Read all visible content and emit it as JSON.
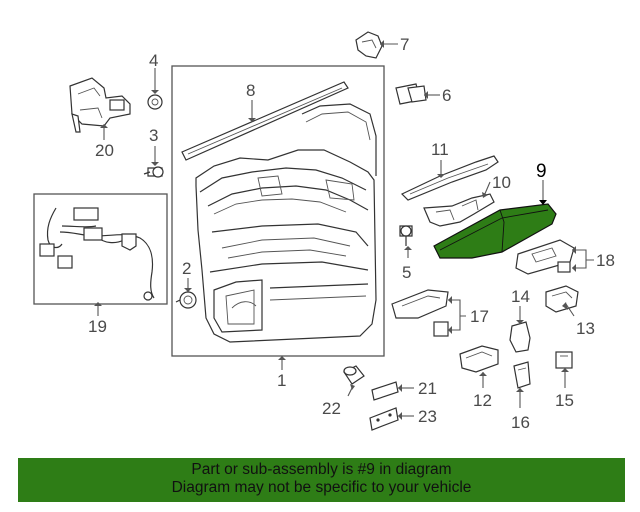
{
  "diagram": {
    "callouts": {
      "c1": "1",
      "c2": "2",
      "c3": "3",
      "c4": "4",
      "c5": "5",
      "c6": "6",
      "c7": "7",
      "c8": "8",
      "c9": "9",
      "c10": "10",
      "c11": "11",
      "c12": "12",
      "c13": "13",
      "c14": "14",
      "c15": "15",
      "c16": "16",
      "c17": "17",
      "c18": "18",
      "c19": "19",
      "c20": "20",
      "c21": "21",
      "c22": "22",
      "c23": "23"
    },
    "highlight_color": "#2e7d16"
  },
  "footer": {
    "line1": "Part or sub-assembly is #9 in diagram",
    "line2": "Diagram may not be specific to your vehicle"
  }
}
